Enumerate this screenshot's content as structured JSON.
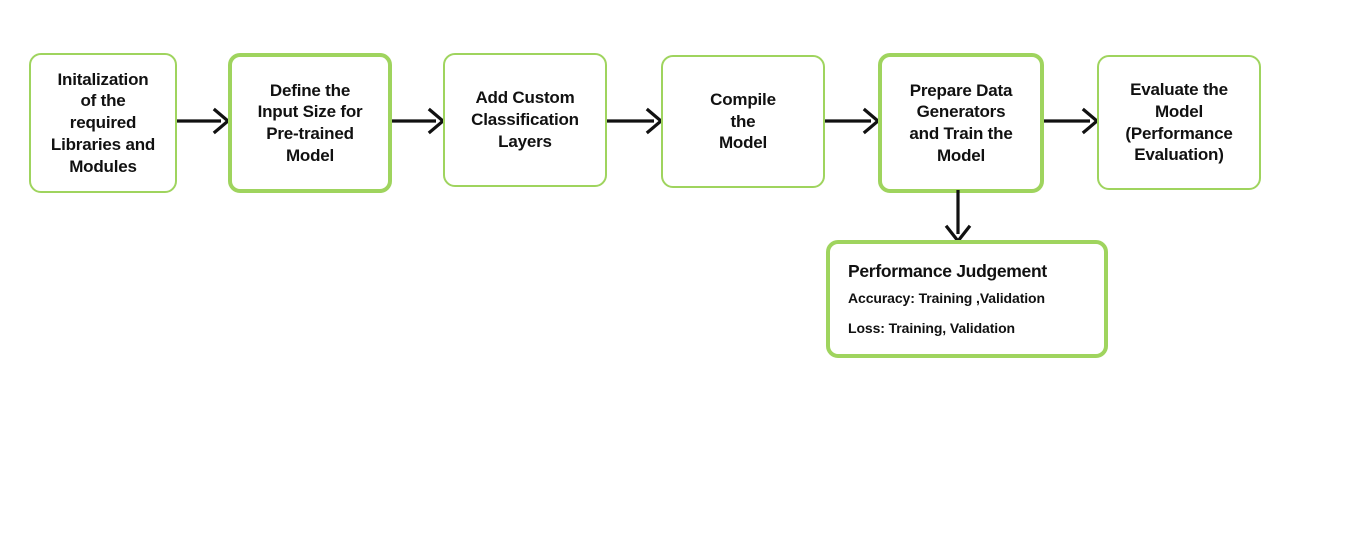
{
  "diagram": {
    "type": "flowchart",
    "orientation": "left-to-right with one downward branch",
    "background_color": "#ffffff",
    "node_border_color": "#9fd45e",
    "node_fill_color": "#ffffff",
    "connector_color": "#111111",
    "text_color": "#111111",
    "nodes": [
      {
        "id": "init",
        "label": "Initalization\nof the\nrequired\nLibraries and\nModules",
        "emphasis": "normal"
      },
      {
        "id": "input-size",
        "label": "Define the\nInput Size for\nPre-trained\nModel",
        "emphasis": "thick"
      },
      {
        "id": "custom-layers",
        "label": "Add Custom\nClassification\nLayers",
        "emphasis": "normal"
      },
      {
        "id": "compile",
        "label": "Compile\nthe\nModel",
        "emphasis": "normal"
      },
      {
        "id": "train",
        "label": "Prepare Data\nGenerators\nand Train the\nModel",
        "emphasis": "thick"
      },
      {
        "id": "evaluate",
        "label": "Evaluate the\nModel\n(Performance\nEvaluation)",
        "emphasis": "normal"
      }
    ],
    "judgement": {
      "title": "Performance Judgement",
      "accuracy_line": "Accuracy: Training ,Validation",
      "loss_line": "Loss: Training, Validation"
    },
    "connectors": [
      {
        "id": "arrow-1",
        "from": "init",
        "to": "input-size",
        "direction": "right",
        "icon": "arrow-right-icon"
      },
      {
        "id": "arrow-2",
        "from": "input-size",
        "to": "custom-layers",
        "direction": "right",
        "icon": "arrow-right-icon"
      },
      {
        "id": "arrow-3",
        "from": "custom-layers",
        "to": "compile",
        "direction": "right",
        "icon": "arrow-right-icon"
      },
      {
        "id": "arrow-4",
        "from": "compile",
        "to": "train",
        "direction": "right",
        "icon": "arrow-right-icon"
      },
      {
        "id": "arrow-5",
        "from": "train",
        "to": "evaluate",
        "direction": "right",
        "icon": "arrow-right-icon"
      },
      {
        "id": "arrow-6",
        "from": "train",
        "to": "judgement",
        "direction": "down",
        "icon": "arrow-down-icon"
      }
    ]
  }
}
